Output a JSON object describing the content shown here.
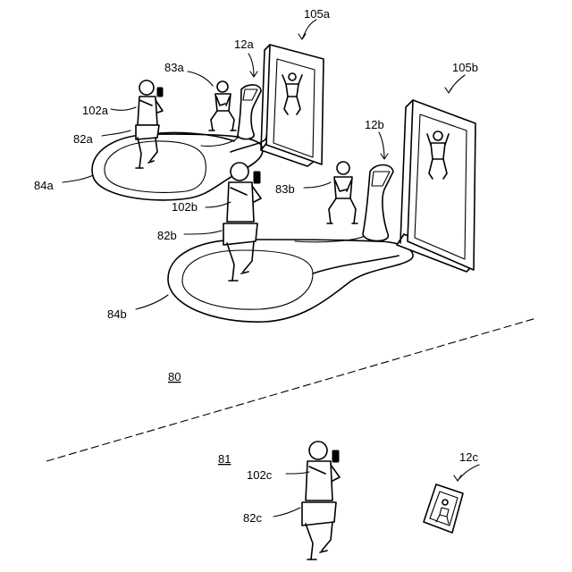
{
  "labels": {
    "screen_a": "105a",
    "terminal_a": "12a",
    "trainer_a": "83a",
    "user_a": "102a",
    "mat_user_a": "82a",
    "area_a": "84a",
    "screen_b": "105b",
    "terminal_b": "12b",
    "trainer_b": "83b",
    "user_b": "102b",
    "mat_user_b": "82b",
    "area_b": "84b",
    "facility": "80",
    "home": "81",
    "user_c": "102c",
    "avatar_c": "82c",
    "tablet_c": "12c"
  }
}
